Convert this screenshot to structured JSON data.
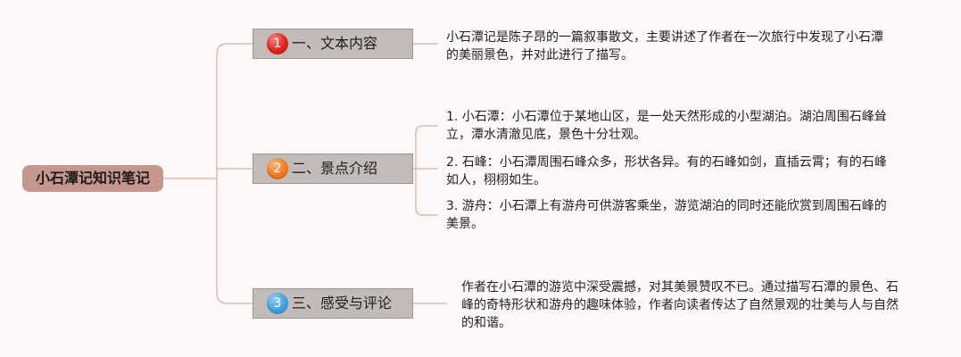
{
  "colors": {
    "background": "#fcf8f7",
    "connector": "#dcbab2",
    "root_fill": "#c6978d",
    "branch_fill": "#c2bbb8",
    "branch_border": "#9d9794"
  },
  "root": {
    "label": "小石潭记知识笔记"
  },
  "branches": [
    {
      "number": "1",
      "marker_icon": "priority-1-icon",
      "badge_color": "#e3241b",
      "label": "一、文本内容",
      "details": [
        {
          "lines": [
            "小石潭记是陈子昂的一篇叙事散文，主要讲述了作者在一次旅行中发现了小石潭",
            "的美丽景色，并对此进行了描写。"
          ]
        }
      ]
    },
    {
      "number": "2",
      "marker_icon": "priority-2-icon",
      "badge_color": "#f27a1f",
      "label": "二、景点介绍",
      "details": [
        {
          "lines": [
            "1. 小石潭：小石潭位于某地山区，是一处天然形成的小型湖泊。湖泊周围石峰耸",
            "立，潭水清澈见底，景色十分壮观。"
          ]
        },
        {
          "lines": [
            "2. 石峰：小石潭周围石峰众多，形状各异。有的石峰如剑，直插云霄；有的石峰",
            "如人，栩栩如生。"
          ]
        },
        {
          "lines": [
            "3. 游舟：小石潭上有游舟可供游客乘坐，游览湖泊的同时还能欣赏到周围石峰的",
            "美景。"
          ]
        }
      ]
    },
    {
      "number": "3",
      "marker_icon": "priority-3-icon",
      "badge_color": "#3ea2e2",
      "label": "三、感受与评论",
      "details": [
        {
          "lines": [
            "作者在小石潭的游览中深受震撼，对其美景赞叹不已。通过描写石潭的景色、石",
            "峰的奇特形状和游舟的趣味体验，作者向读者传达了自然景观的壮美与人与自然",
            "的和谐。"
          ]
        }
      ]
    }
  ]
}
